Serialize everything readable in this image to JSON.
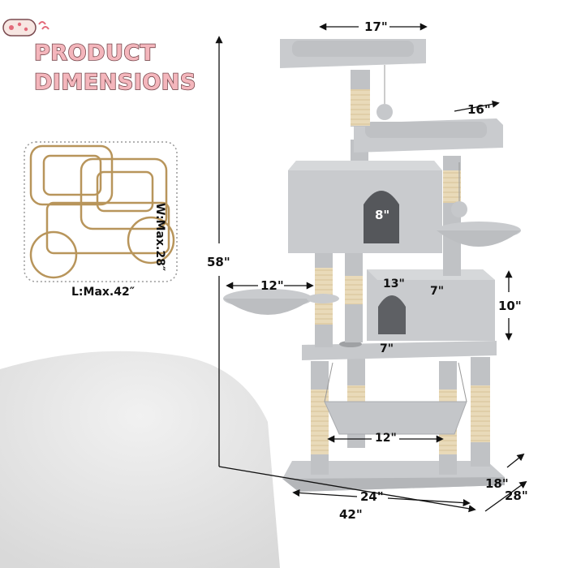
{
  "header": {
    "title_line1": "PRODUCT",
    "title_line2": "DIMENSIONS"
  },
  "footprint": {
    "width_label": "W:Max.28″",
    "length_label": "L:Max.42″"
  },
  "dimensions": {
    "top_perch_width": "17\"",
    "second_perch_width": "16\"",
    "condo_door_height": "8\"",
    "total_height": "58\"",
    "basket_width": "12\"",
    "lower_condo_depth": "13\"",
    "lower_condo_width": "7\"",
    "lower_condo_height": "10\"",
    "lower_condo_door": "7\"",
    "hammock_width": "12\"",
    "base_width": "24\"",
    "total_width": "42\"",
    "base_depth": "18\"",
    "total_depth": "28\""
  },
  "colors": {
    "title_fill": "#f4b6bc",
    "title_outline": "#7a4a4f",
    "plush": "#c4c6c9",
    "sisal": "#e6d5b2",
    "footprint_outline": "#b8955b"
  }
}
